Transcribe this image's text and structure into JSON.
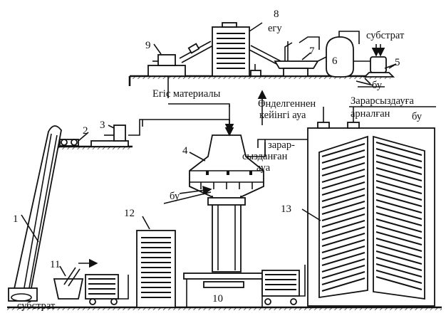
{
  "diagram": {
    "numbers": [
      "1",
      "2",
      "3",
      "4",
      "5",
      "6",
      "7",
      "8",
      "9",
      "10",
      "11",
      "12",
      "13"
    ],
    "labels": {
      "egu": "егу",
      "substrate_top": "субстрат",
      "bu_right": "бу",
      "sowing_material": "Егіс материалы",
      "processed_line1": "Өнделгеннен",
      "processed_line2": "кейінгі ауа",
      "disinfect_line1": "Зарарсыздауға",
      "disinfect_line2": "арналған",
      "bu_far_right": "бу",
      "disinfected_line1": "зарар-",
      "disinfected_line2": "сызданған",
      "disinfected_line3": "ауа",
      "bu_steam": "бу",
      "substrate_bottom": "субстрат"
    }
  }
}
